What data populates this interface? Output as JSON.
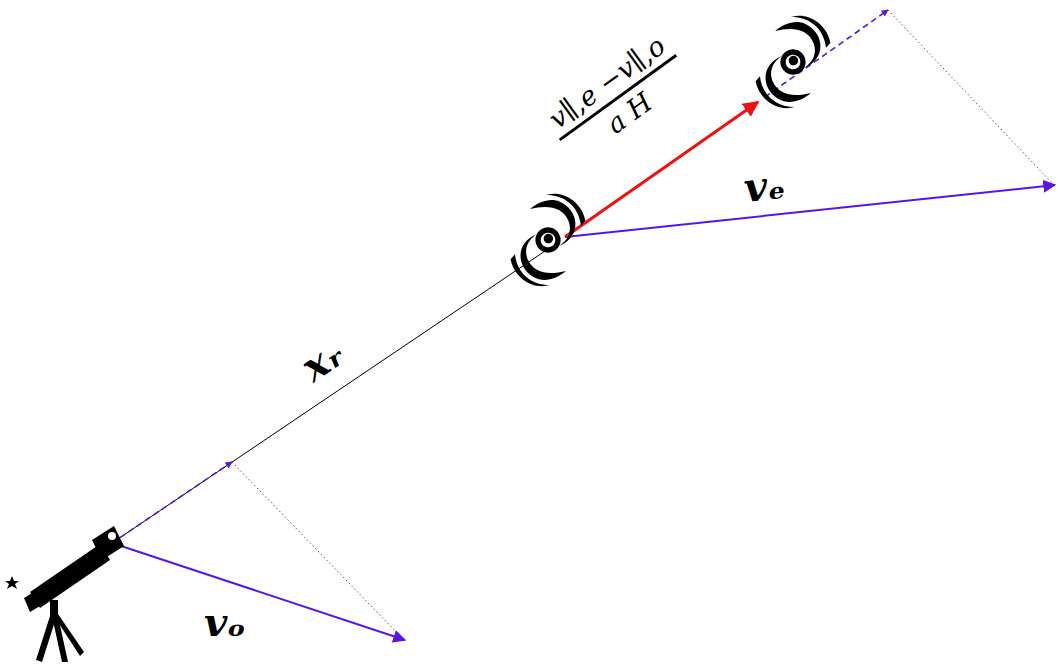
{
  "diagram": {
    "labels": [
      "v∥,e −v∥,o",
      "a H",
      "vₑ",
      "xᵣ",
      "vₒ"
    ]
  }
}
